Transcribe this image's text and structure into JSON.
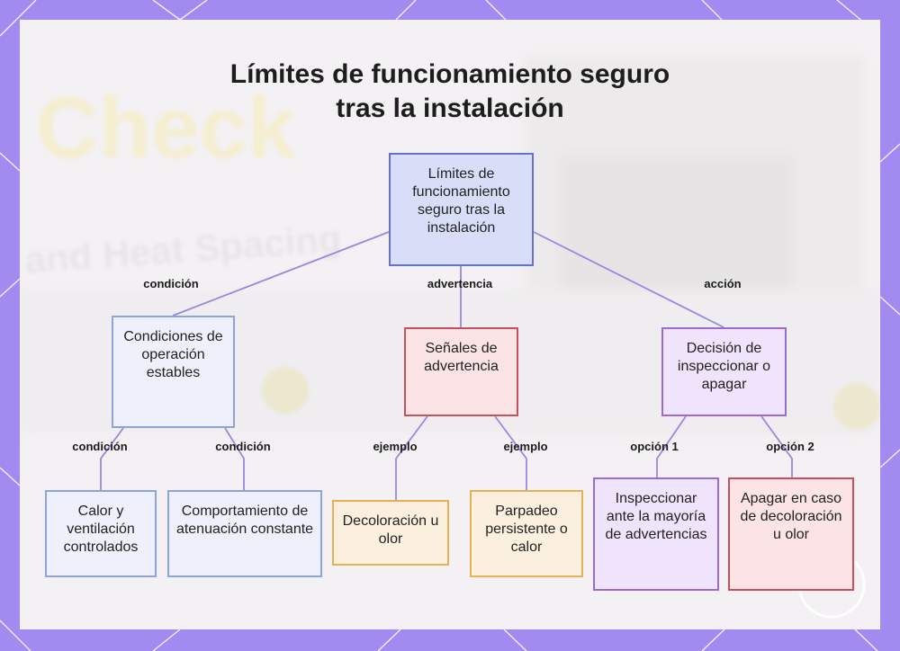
{
  "title": {
    "line1": "Límites de funcionamiento seguro",
    "line2": "tras la instalación"
  },
  "nodes": {
    "root": "Límites de funcionamiento seguro tras la instalación",
    "stable": "Condiciones de operación estables",
    "warning": "Señales de advertencia",
    "decision": "Decisión de inspeccionar o apagar",
    "heat": "Calor y ventilación controlados",
    "dimming": "Comportamiento de atenuación constante",
    "discoloration": "Decoloración u olor",
    "flicker": "Parpadeo persistente o calor",
    "inspect": "Inspeccionar ante la mayoría de advertencias",
    "shutdown": "Apagar en caso de decoloración u olor"
  },
  "edges": {
    "root_stable": "condición",
    "root_warning": "advertencia",
    "root_decision": "acción",
    "stable_heat": "condición",
    "stable_dimming": "condición",
    "warning_discoloration": "ejemplo",
    "warning_flicker": "ejemplo",
    "decision_inspect": "opción 1",
    "decision_shutdown": "opción 2"
  },
  "background": {
    "watermark_1": "Check",
    "watermark_2": "and Heat Spacing"
  },
  "colors": {
    "frame": "#a18bf0",
    "connector": "#9d86e0",
    "root_fill": "#d9def8",
    "red_border": "#c8505d",
    "purple_border": "#9c6ad0",
    "orange_border": "#e8b055"
  }
}
